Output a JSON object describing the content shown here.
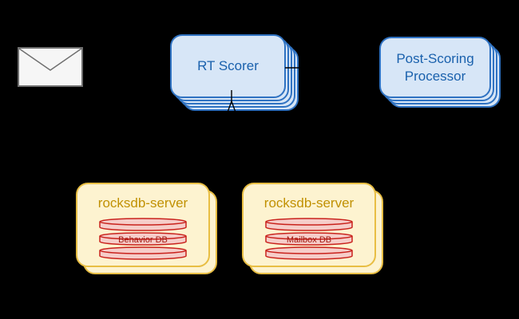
{
  "diagram": {
    "kind": "architecture-diagram",
    "background": "#000000"
  },
  "nodes": {
    "envelope": {
      "icon": "envelope-icon"
    },
    "rt_scorer": {
      "label": "RT Scorer",
      "style": "stacked-rounded-rect"
    },
    "post_scoring_processor": {
      "label": "Post-Scoring Processor",
      "style": "stacked-rounded-rect"
    },
    "rocksdb_server_left": {
      "title": "rocksdb-server",
      "database_label": "Behavior DB"
    },
    "rocksdb_server_right": {
      "title": "rocksdb-server",
      "database_label": "Mailbox DB"
    }
  },
  "connectors": {
    "rt_scorer_right_tick": "one-tick mark exiting right side of RT Scorer stack",
    "rt_scorer_bottom_crows_foot": "crow's-foot mark below RT Scorer stack"
  },
  "colors": {
    "background": "#000000",
    "blue_node_fill": "#d7e6f7",
    "blue_node_border": "#2f72c2",
    "blue_node_text": "#1a61ad",
    "yellow_node_fill": "#fdf3d0",
    "yellow_node_border": "#e8be44",
    "yellow_node_text": "#c19103",
    "db_cylinder_fill": "#f6cdc9",
    "db_cylinder_border": "#c9221c",
    "db_cylinder_text": "#a2170e",
    "envelope_fill": "#f6f6f6",
    "envelope_border": "#6e6e6e",
    "connector_line": "#000000"
  }
}
